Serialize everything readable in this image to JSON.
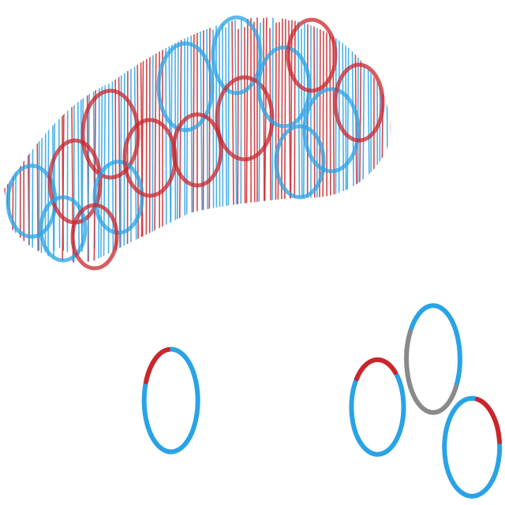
{
  "figure": {
    "background": "#ffffff",
    "colors": {
      "red": "#c9262c",
      "blue": "#2aa3e6",
      "gray": "#8a8a8a"
    },
    "elements": [
      "hatched-cluster",
      "single-ring",
      "ring-chain"
    ]
  }
}
